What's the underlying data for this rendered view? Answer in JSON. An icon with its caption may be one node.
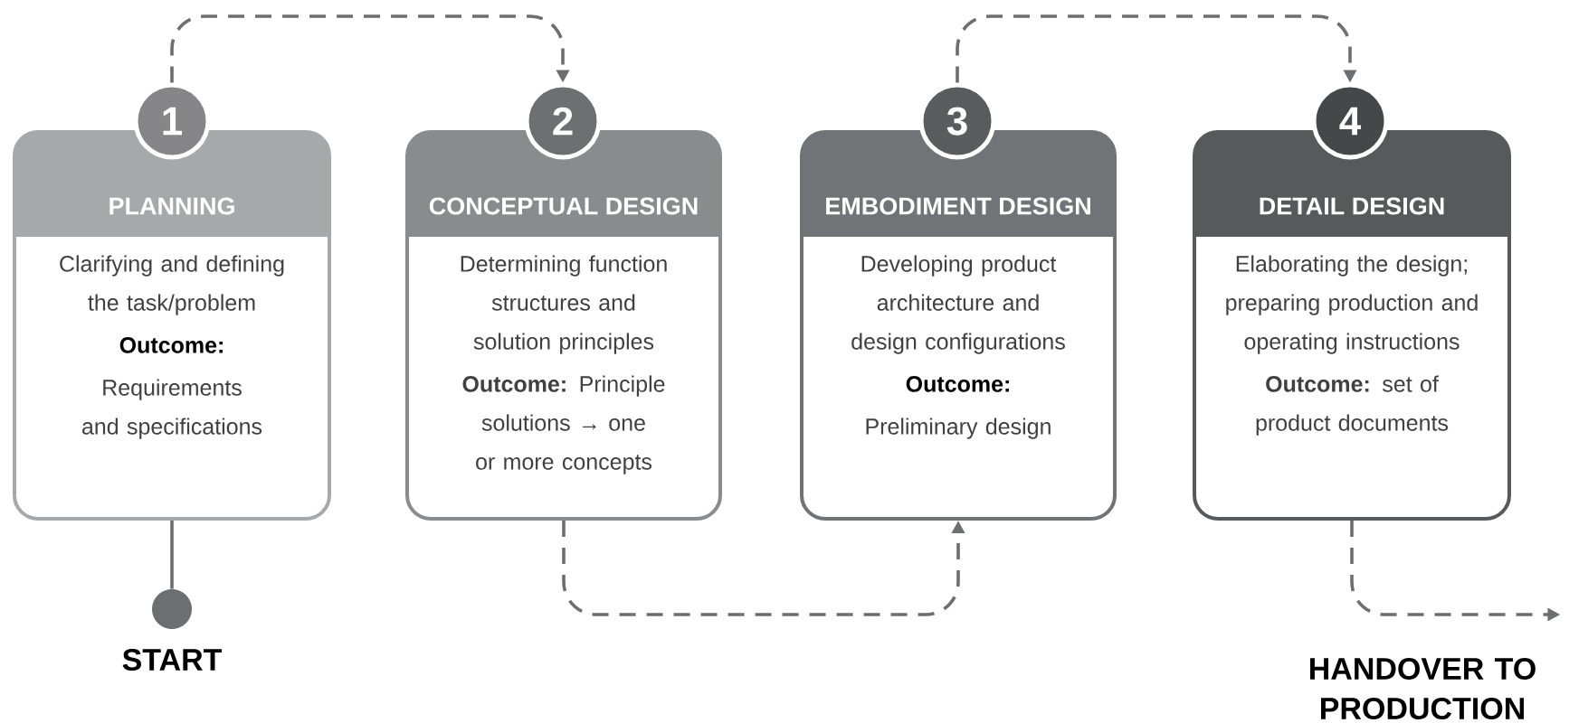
{
  "diagram": {
    "nodes": [
      {
        "text": [
          "1"
        ]
      },
      {
        "text": [
          "PLANNING",
          "Clarifying and defining the task/problem",
          "Outcome:",
          "Requirements and specifications"
        ]
      },
      {
        "text": [
          "2"
        ]
      },
      {
        "text": [
          "CONCEPTUAL DESIGN",
          "Determining function structures and solution principles",
          "**Outcome:** Principle solutions → one or more concepts"
        ]
      },
      {
        "text": [
          "3"
        ]
      },
      {
        "text": [
          "EMBODIMENT DESIGN",
          "Developing product architecture and design configurations",
          "Outcome:",
          "Preliminary design"
        ]
      },
      {
        "text": [
          "4"
        ]
      },
      {
        "text": [
          "DETAIL DESIGN",
          "Elaborating the design; preparing production and operating instructions",
          "**Outcome:** set of product documents"
        ]
      },
      {
        "text": [],
        "shape": "circle",
        "beside": [
          "START"
        ]
      },
      {
        "text": [
          "HANDOVER TO PRODUCTION"
        ]
      }
    ],
    "edges": [
      {
        "from": 0,
        "to": 2,
        "arrow": "to",
        "style": "dashed"
      },
      {
        "from": 3,
        "to": 5,
        "arrow": "to",
        "style": "dashed"
      },
      {
        "from": 4,
        "to": 6,
        "arrow": "to",
        "style": "dashed"
      },
      {
        "from": 7,
        "to": 9,
        "arrow": "to",
        "style": "dashed"
      },
      {
        "from": 8,
        "to": 1,
        "arrow": "none"
      }
    ]
  }
}
